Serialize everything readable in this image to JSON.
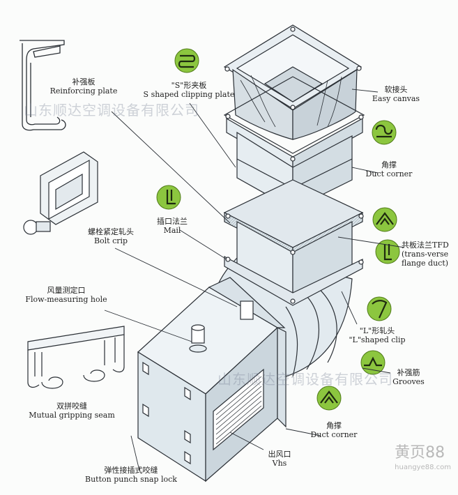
{
  "watermark_top": "山东顺达空调设备有限公司",
  "watermark_bottom": "山东顺达空调设备有限公司",
  "logo": {
    "main": "黄页88",
    "url": "huangye88.com"
  },
  "labels": {
    "reinforcing_plate": {
      "cn": "补强板",
      "en": "Reinforcing plate"
    },
    "s_clip": {
      "cn": "\"S\"形夹板",
      "en": "S shaped clipping plate"
    },
    "easy_canvas": {
      "cn": "软接头",
      "en": "Easy canvas"
    },
    "duct_corner_top": {
      "cn": "角撑",
      "en": "Duct corner"
    },
    "mail": {
      "cn": "插口法兰",
      "en": "Mail"
    },
    "bolt_crip": {
      "cn": "螺栓紧定轧头",
      "en": "Bolt crip"
    },
    "tfd": {
      "cn": "共板法兰TFD",
      "en1": "(trans-verse",
      "en2": "flange duct)"
    },
    "flow_hole": {
      "cn": "风量测定口",
      "en": "Flow-measuring hole"
    },
    "l_clip": {
      "cn": "\"L\"形轧头",
      "en": "\"L\"shaped clip"
    },
    "grooves": {
      "cn": "补强筋",
      "en": "Grooves"
    },
    "duct_corner_bottom": {
      "cn": "角撑",
      "en": "Duct corner"
    },
    "mutual_seam": {
      "cn": "双拼咬缝",
      "en": "Mutual gripping seam"
    },
    "vhs": {
      "cn": "出风口",
      "en": "Vhs"
    },
    "snap_lock": {
      "cn": "弹性接插式咬缝",
      "en": "Button punch snap lock"
    }
  },
  "colors": {
    "badge": "#8cc63f",
    "duct_fill": "#dfe7ec",
    "line": "#2a2f35"
  },
  "icons": [
    "s-clip-icon",
    "canvas-icon",
    "mail-icon",
    "corner-icon",
    "tfd-icon",
    "l-clip-icon",
    "groove-icon",
    "corner-bottom-icon"
  ]
}
